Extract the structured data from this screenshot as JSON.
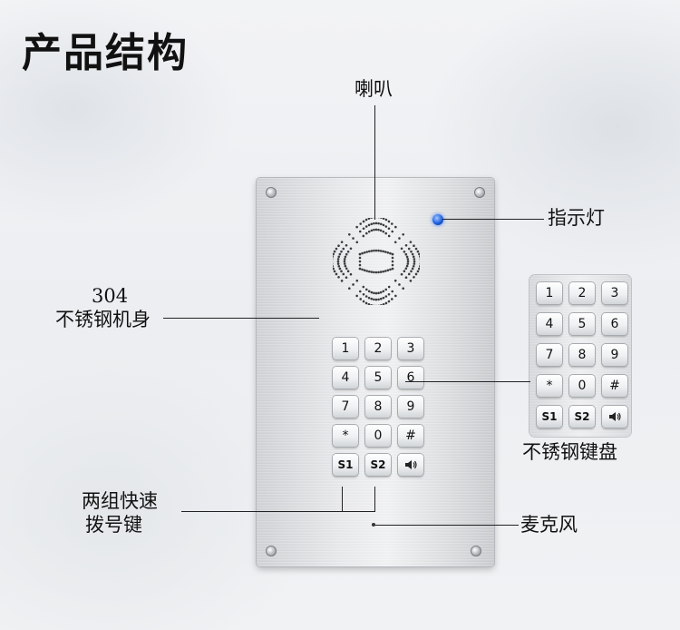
{
  "title": "产品结构",
  "labels": {
    "speaker": "喇叭",
    "indicator": "指示灯",
    "body_line1": "304",
    "body_line2": "不锈钢机身",
    "side_keypad": "不锈钢键盘",
    "speed_dial_line1": "两组快速",
    "speed_dial_line2": "拨号键",
    "microphone": "麦克风"
  },
  "keys": [
    "1",
    "2",
    "3",
    "4",
    "5",
    "6",
    "7",
    "8",
    "9",
    "*",
    "0",
    "#",
    "S1",
    "S2"
  ],
  "icons": {
    "volume": "volume-icon",
    "speaker_grille": "speaker-grille-icon",
    "led": "indicator-led-icon"
  },
  "colors": {
    "led": "#1d5fe0",
    "panel": "#e8e9eb"
  }
}
